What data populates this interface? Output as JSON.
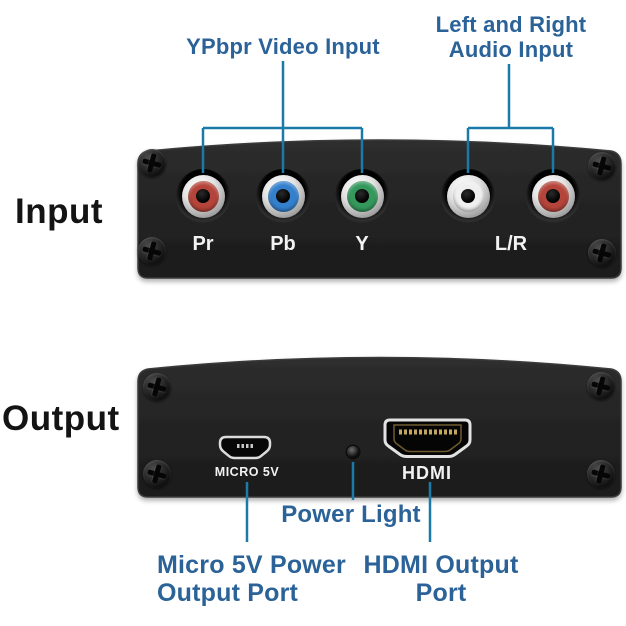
{
  "accent": {
    "callout_line_color": "#1a7aa9",
    "callout_text_color": "#2b6298"
  },
  "input_panel": {
    "side_label": "Input",
    "video_annotation": "YPbpr Video Input",
    "audio_annotation_line1": "Left and Right",
    "audio_annotation_line2": "Audio Input",
    "port_labels": {
      "pr": "Pr",
      "pb": "Pb",
      "y": "Y",
      "audio": "L/R"
    },
    "jack_colors": {
      "pr": "#b5443a",
      "pb": "#3480cd",
      "y": "#34985c",
      "audio_left": "#efefef",
      "audio_right": "#b5443a"
    }
  },
  "output_panel": {
    "side_label": "Output",
    "usb_port_label": "MICRO 5V",
    "hdmi_port_label": "HDMI",
    "power_light_annotation": "Power Light",
    "usb_annotation_line1": "Micro 5V Power",
    "usb_annotation_line2": "Output Port",
    "hdmi_annotation_line1": "HDMI Output",
    "hdmi_annotation_line2": "Port"
  }
}
